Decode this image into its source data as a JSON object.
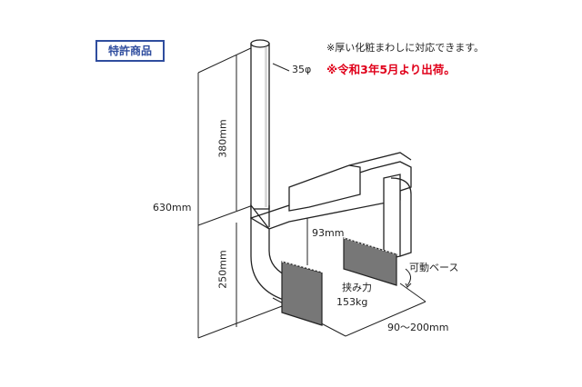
{
  "badge": "特許商品",
  "note": "※厚い化粧まわしに対応できます。",
  "notice": "※令和3年5月より出荷。",
  "labels": {
    "diameter": "35φ",
    "height_upper": "380mm",
    "height_total": "630mm",
    "height_lower": "250mm",
    "clearance": "93mm",
    "movable_base": "可動ベース",
    "clamp_force_label": "挟み力",
    "clamp_force_value": "153kg",
    "clamp_range": "90～200mm"
  },
  "colors": {
    "badge": "#2f4d9e",
    "notice": "#e0001a",
    "line": "#222222",
    "pole_fill": "#ffffff",
    "shade": "#d9d9d9"
  }
}
